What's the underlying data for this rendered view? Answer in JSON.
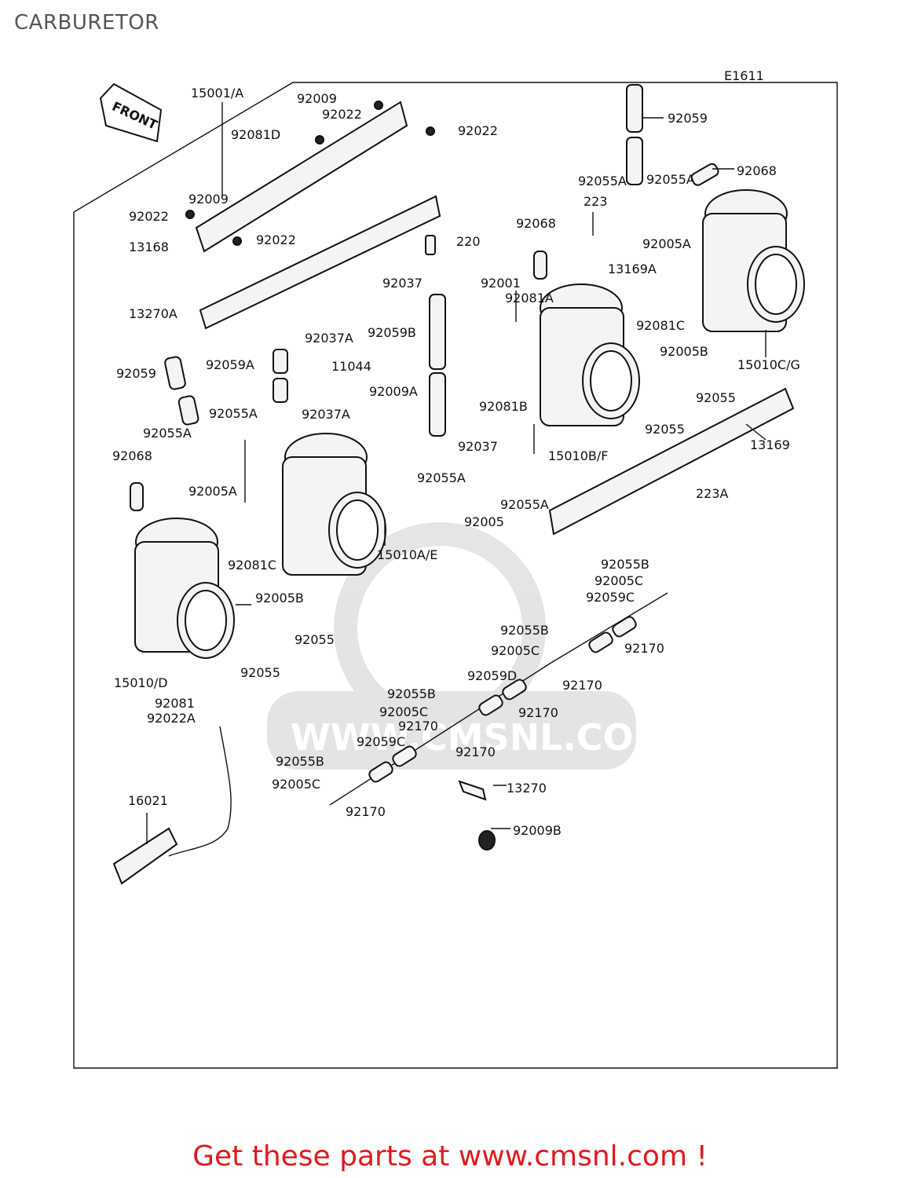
{
  "page": {
    "title": "CARBURETOR"
  },
  "diagram": {
    "figure_code": "E1611",
    "front_arrow": "FRONT",
    "watermark_text": "WWW.CMSNL.COM",
    "labels": [
      "15001/A",
      "92009",
      "92022",
      "92022",
      "92081D",
      "92009",
      "92022",
      "13168",
      "92022",
      "220",
      "13270A",
      "92059",
      "92068",
      "92055A",
      "92055A",
      "223",
      "92005A",
      "92068",
      "13169A",
      "15010C/G",
      "92037",
      "92001",
      "92081A",
      "92059B",
      "92081C",
      "92005B",
      "92055",
      "92037A",
      "11044",
      "92009A",
      "92037A",
      "92059A",
      "92059",
      "92055A",
      "92055A",
      "92068",
      "92005A",
      "92081B",
      "15010B/F",
      "92055",
      "13169",
      "92037",
      "92055A",
      "92005",
      "92055A",
      "223A",
      "15010A/E",
      "92081C",
      "92005B",
      "92055",
      "92055",
      "15010/D",
      "92055B",
      "92005C",
      "92059C",
      "92055B",
      "92005C",
      "92170",
      "92059D",
      "92170",
      "92170",
      "92055B",
      "92005C",
      "92170",
      "92059C",
      "92170",
      "92055B",
      "92005C",
      "92170",
      "13270",
      "92081",
      "92022A",
      "16021",
      "92009B"
    ]
  },
  "footer": {
    "banner": "Get these parts at www.cmsnl.com !"
  }
}
